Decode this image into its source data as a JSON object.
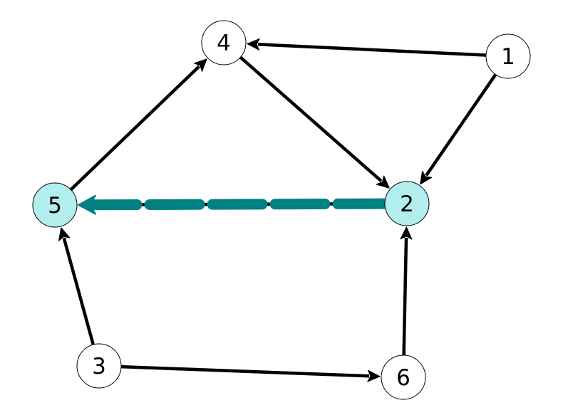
{
  "graph": {
    "directed": true,
    "nodes": [
      {
        "id": "1",
        "label": "1",
        "highlighted": false
      },
      {
        "id": "2",
        "label": "2",
        "highlighted": true
      },
      {
        "id": "3",
        "label": "3",
        "highlighted": false
      },
      {
        "id": "4",
        "label": "4",
        "highlighted": false
      },
      {
        "id": "5",
        "label": "5",
        "highlighted": true
      },
      {
        "id": "6",
        "label": "6",
        "highlighted": false
      }
    ],
    "edges": [
      {
        "from": "1",
        "to": "4",
        "highlighted": false
      },
      {
        "from": "1",
        "to": "2",
        "highlighted": false
      },
      {
        "from": "4",
        "to": "2",
        "highlighted": false
      },
      {
        "from": "5",
        "to": "4",
        "highlighted": false
      },
      {
        "from": "2",
        "to": "5",
        "highlighted": true
      },
      {
        "from": "3",
        "to": "5",
        "highlighted": false
      },
      {
        "from": "3",
        "to": "6",
        "highlighted": false
      },
      {
        "from": "6",
        "to": "2",
        "highlighted": false
      }
    ]
  },
  "colors": {
    "node_fill": "#ffffff",
    "node_highlight_fill": "#b2eeee",
    "node_stroke": "#000000",
    "edge": "#000000",
    "edge_highlight": "#008080"
  }
}
